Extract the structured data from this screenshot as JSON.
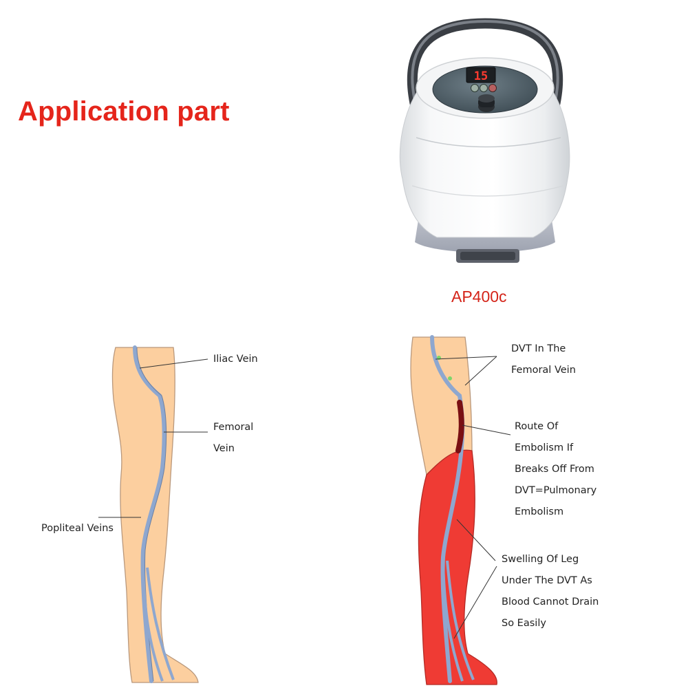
{
  "title": "Application part",
  "device": {
    "caption": "AP400c",
    "display_value": "15"
  },
  "colors": {
    "accent_red": "#e5251b",
    "skin": "#fccf9f",
    "swollen_leg": "#ef3b34",
    "vein": "#8ea7cf",
    "clot": "#7a0f12"
  },
  "healthy_leg": {
    "labels": {
      "iliac": [
        "Iliac Vein"
      ],
      "femoral": [
        "Femoral",
        "Vein"
      ],
      "popliteal": [
        "Popliteal Veins"
      ]
    }
  },
  "dvt_leg": {
    "labels": {
      "dvt": [
        "DVT In The",
        "Femoral Vein"
      ],
      "route": [
        "Route Of",
        "Embolism If",
        "Breaks Off From",
        "DVT=Pulmonary",
        "Embolism"
      ],
      "swelling": [
        "Swelling Of Leg",
        "Under The DVT As",
        "Blood Cannot Drain",
        "So Easily"
      ]
    }
  }
}
